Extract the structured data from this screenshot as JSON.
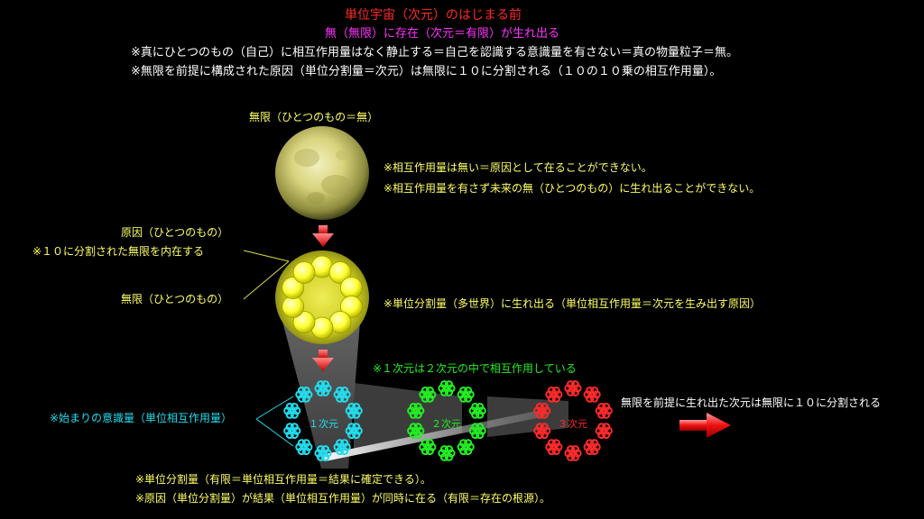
{
  "title": "単位宇宙（次元）のはじまる前",
  "subtitle": "無（無限）に存在（次元＝有限）が生れ出る",
  "notes_top": [
    "※真にひとつのもの（自己）に相互作用量はなく静止する＝自己を認識する意識量を有さない＝真の物量粒子＝無。",
    "※無限を前提に構成された原因（単位分割量＝次元）は無限に１０に分割される（１０の１０乗の相互作用量）。"
  ],
  "mugen_label": "無限（ひとつのもの＝無）",
  "mugen_notes": [
    "※相互作用量は無い＝原因として在ることができない。",
    "※相互作用量を有さず未来の無（ひとつのもの）に生れ出ることができない。"
  ],
  "cause_label": "原因（ひとつのもの）",
  "cause_sub": "※１０に分割された無限を内在する",
  "inner_label": "無限（ひとつのもの）",
  "cause_note": "※単位分割量（多世界）に生れ出る（単位相互作用量＝次元を生み出す原因）",
  "interaction_note": "※１次元は２次元の中で相互作用している",
  "consciousness_label": "※始まりの意識量（単位相互作用量）",
  "dims": [
    "１次元",
    "２次元",
    "３次元"
  ],
  "right_note": "無限を前提に生れ出た次元は無限に１０に分割される",
  "notes_bottom": [
    "※単位分割量（有限＝単位相互作用量＝結果に確定できる）。",
    "※原因（単位分割量）が結果（単位相互作用量）が同時に在る（有限＝存在の根源）。"
  ],
  "colors": {
    "red": "#ff2a2a",
    "magenta": "#ff33ff",
    "yellow": "#ffff66",
    "green": "#22ee22",
    "cyan": "#22ddee"
  }
}
